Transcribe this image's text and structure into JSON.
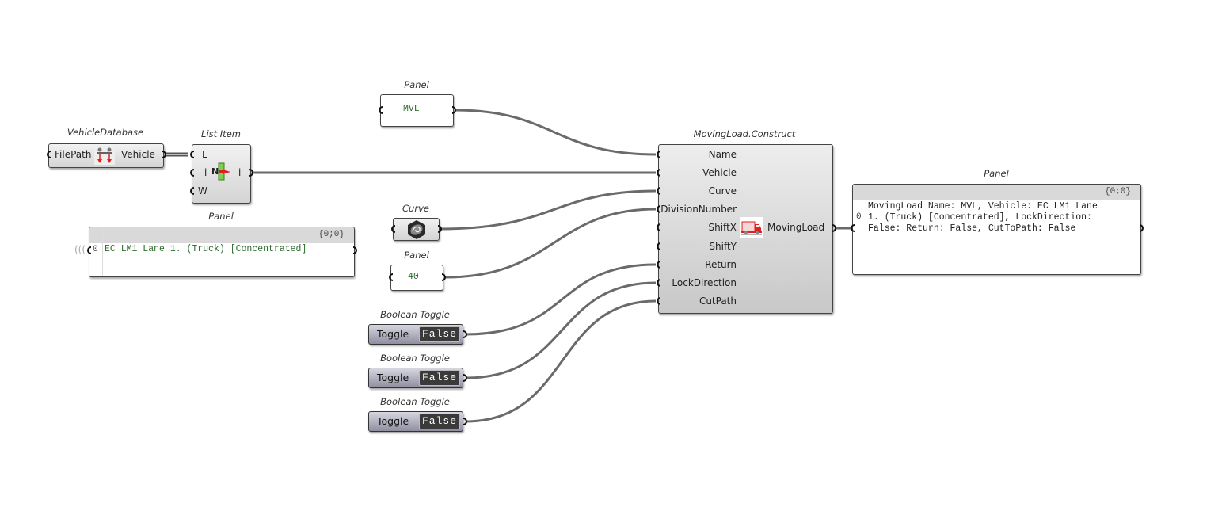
{
  "canvas": {
    "wire_color": "#6a6a6a",
    "node_fill": "#dcdcdc",
    "panel_text_color": "#2e6b2e"
  },
  "vehicle_database": {
    "caption": "VehicleDatabase",
    "input": "FilePath",
    "output": "Vehicle",
    "icon": "vehicle-database-icon"
  },
  "list_item": {
    "caption": "List Item",
    "inputs": [
      "L",
      "i",
      "W"
    ],
    "output": "i",
    "icon_letter": "N",
    "icon": "list-item-icon"
  },
  "panel_vehicle": {
    "caption": "Panel",
    "path": "{0;0}",
    "index": "0",
    "text": "EC LM1 Lane 1. (Truck) [Concentrated]"
  },
  "panel_name": {
    "caption": "Panel",
    "text": "MVL"
  },
  "curve_param": {
    "caption": "Curve",
    "icon": "curve-icon"
  },
  "panel_division": {
    "caption": "Panel",
    "text": "40"
  },
  "toggles": [
    {
      "caption": "Boolean Toggle",
      "label": "Toggle",
      "value": "False"
    },
    {
      "caption": "Boolean Toggle",
      "label": "Toggle",
      "value": "False"
    },
    {
      "caption": "Boolean Toggle",
      "label": "Toggle",
      "value": "False"
    }
  ],
  "moving_load": {
    "caption": "MovingLoad.Construct",
    "inputs": [
      "Name",
      "Vehicle",
      "Curve",
      "DivisionNumber",
      "ShiftX",
      "ShiftY",
      "Return",
      "LockDirection",
      "CutPath"
    ],
    "output": "MovingLoad",
    "icon": "truck-icon"
  },
  "panel_output": {
    "caption": "Panel",
    "path": "{0;0}",
    "index": "0",
    "lines": [
      "MovingLoad Name: MVL, Vehicle: EC LM1 Lane",
      "1. (Truck) [Concentrated], LockDirection:",
      "False: Return: False, CutToPath: False"
    ]
  }
}
